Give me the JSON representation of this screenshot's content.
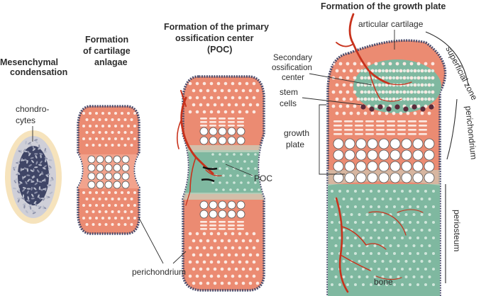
{
  "titles": {
    "mesenchymal": [
      "Mesenchymal",
      "condensation"
    ],
    "cartilage": [
      "Formation",
      "of cartilage",
      "anlagae"
    ],
    "poc": [
      "Formation of the primary",
      "ossification center",
      "(POC)"
    ],
    "growth_plate": "Formation of the growth plate"
  },
  "labels": {
    "chondrocytes": [
      "chondro-",
      "cytes"
    ],
    "perichondrium_bottom": "perichondrium",
    "poc": "POC",
    "articular_cartilage": "articular cartilage",
    "secondary_ossification_center": [
      "Secondary",
      "ossification",
      "center"
    ],
    "stem_cells": [
      "stem",
      "cells"
    ],
    "growth_plate": [
      "growth",
      "plate"
    ],
    "bone": "bone",
    "superficial_zone": "superficial zone",
    "perichondrium_right": "perichondrium",
    "periosteum": "periosteum"
  },
  "colors": {
    "cartilage": "#eb8b72",
    "cartilage_light": "#f2a38d",
    "bone": "#7fb8a0",
    "bone_dark": "#5f9d83",
    "membrane": "#4a4d6e",
    "vessel": "#c8321c",
    "mesenchyme_halo": "#f3d9a6",
    "mesenchyme_core": "#3f4566",
    "stem_cell": "#5a2a3a"
  }
}
